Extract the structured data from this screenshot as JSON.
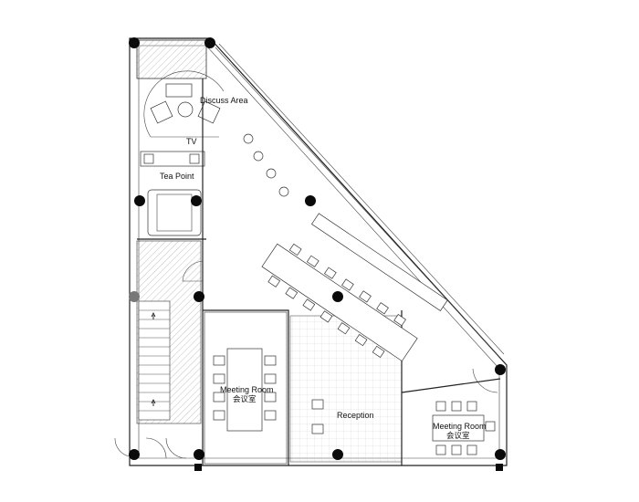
{
  "rooms": {
    "discuss_area": "Discuss Area",
    "tv": "TV",
    "tea_point": "Tea Point",
    "meeting_room_1": {
      "en": "Meeting Room",
      "cn": "会议室"
    },
    "reception": "Reception",
    "meeting_room_2": {
      "en": "Meeting Room",
      "cn": "会议室"
    }
  },
  "colors": {
    "background": "#ffffff",
    "lines": "#222222",
    "hatch": "#9a9a9a",
    "columns": "#0a0a0a"
  },
  "icon_names": [
    "column-marker",
    "door-swing",
    "staircase",
    "chair",
    "meeting-table",
    "sink",
    "sofa"
  ]
}
